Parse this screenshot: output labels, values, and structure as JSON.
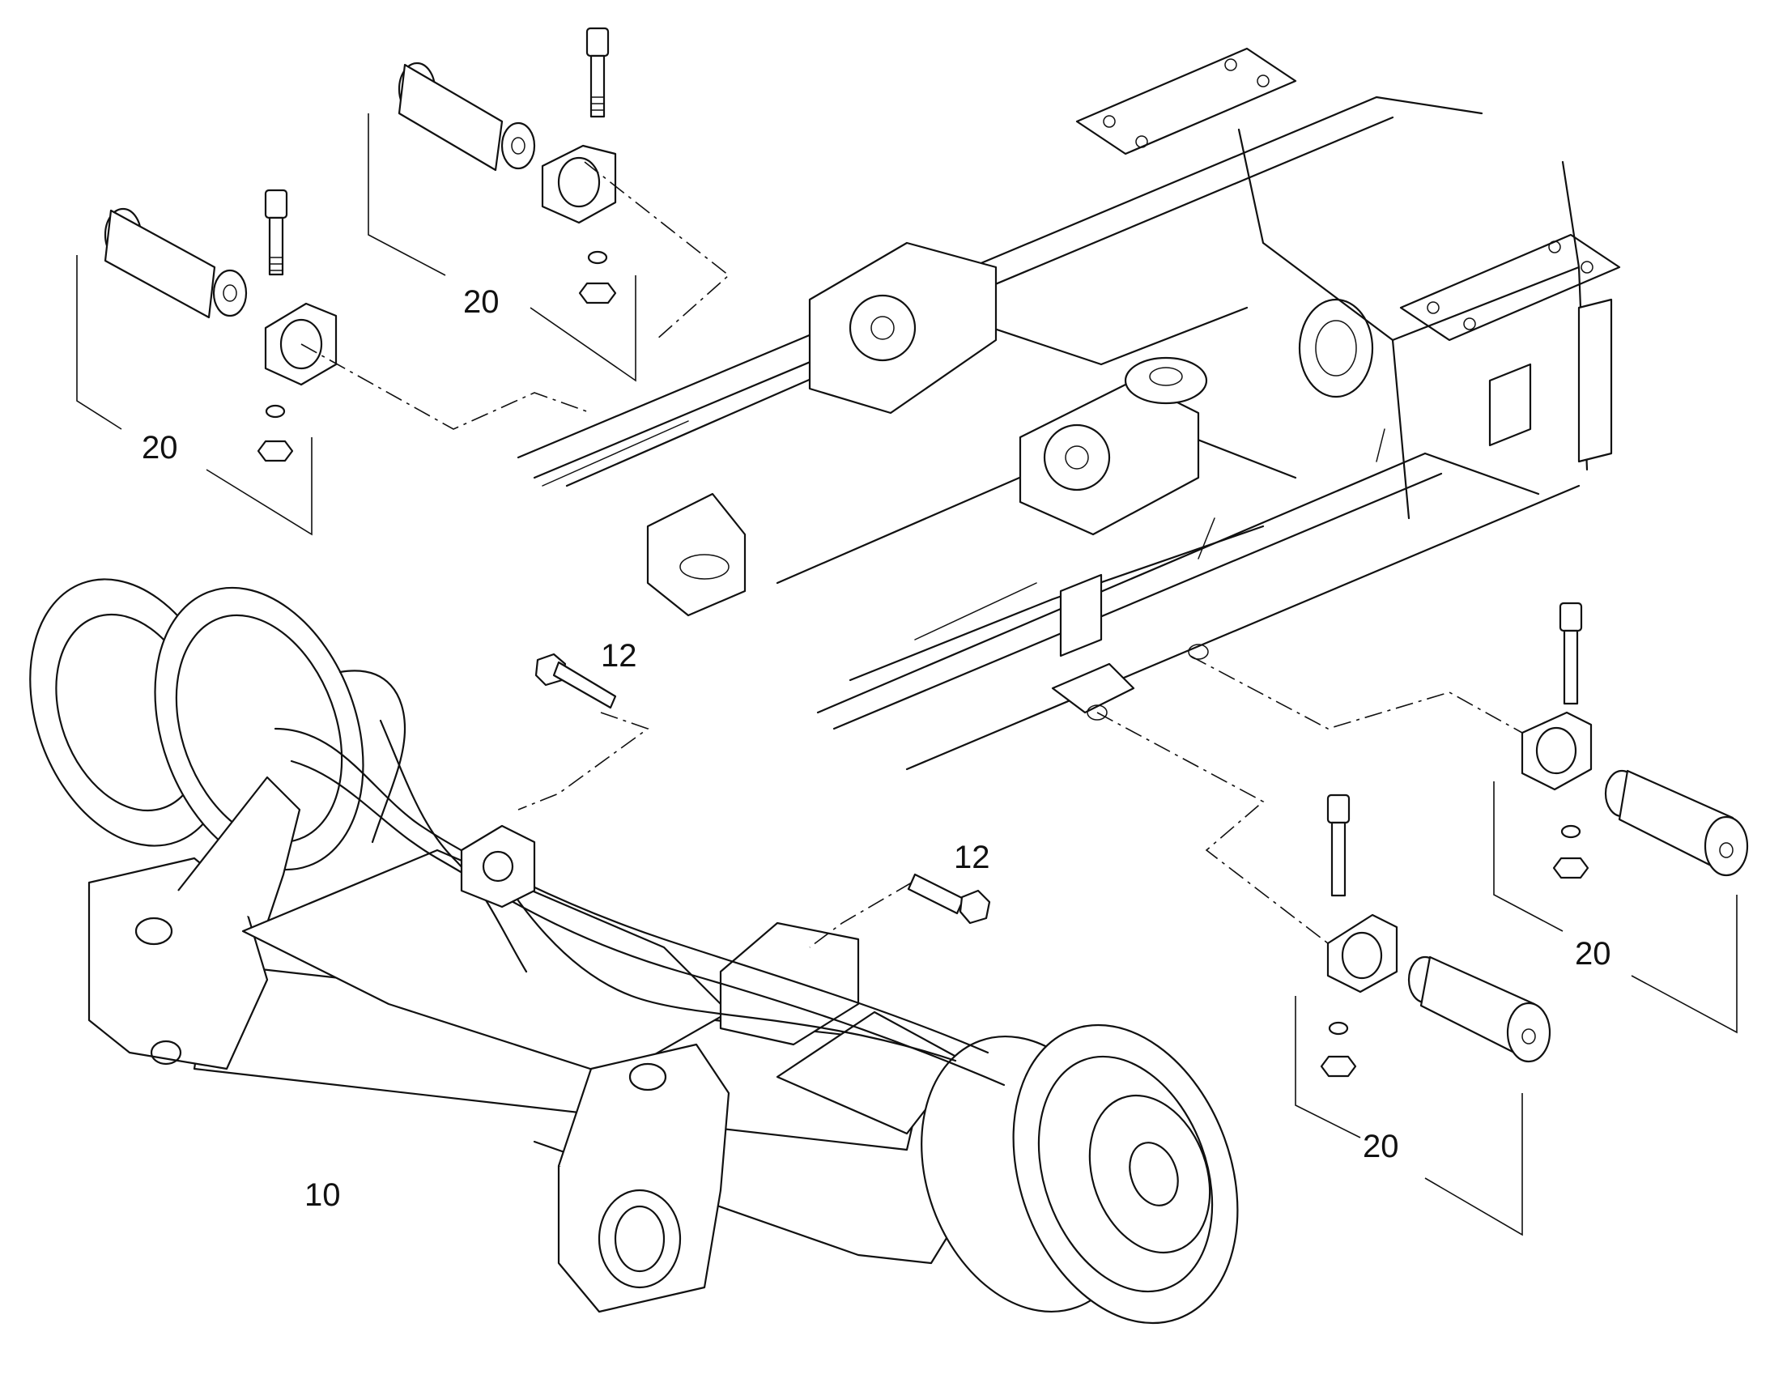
{
  "callouts": {
    "axle": "10",
    "bolt_a": "12",
    "bolt_b": "12",
    "kit_top_center": "20",
    "kit_top_left": "20",
    "kit_right_upper": "20",
    "kit_right_lower": "20"
  }
}
